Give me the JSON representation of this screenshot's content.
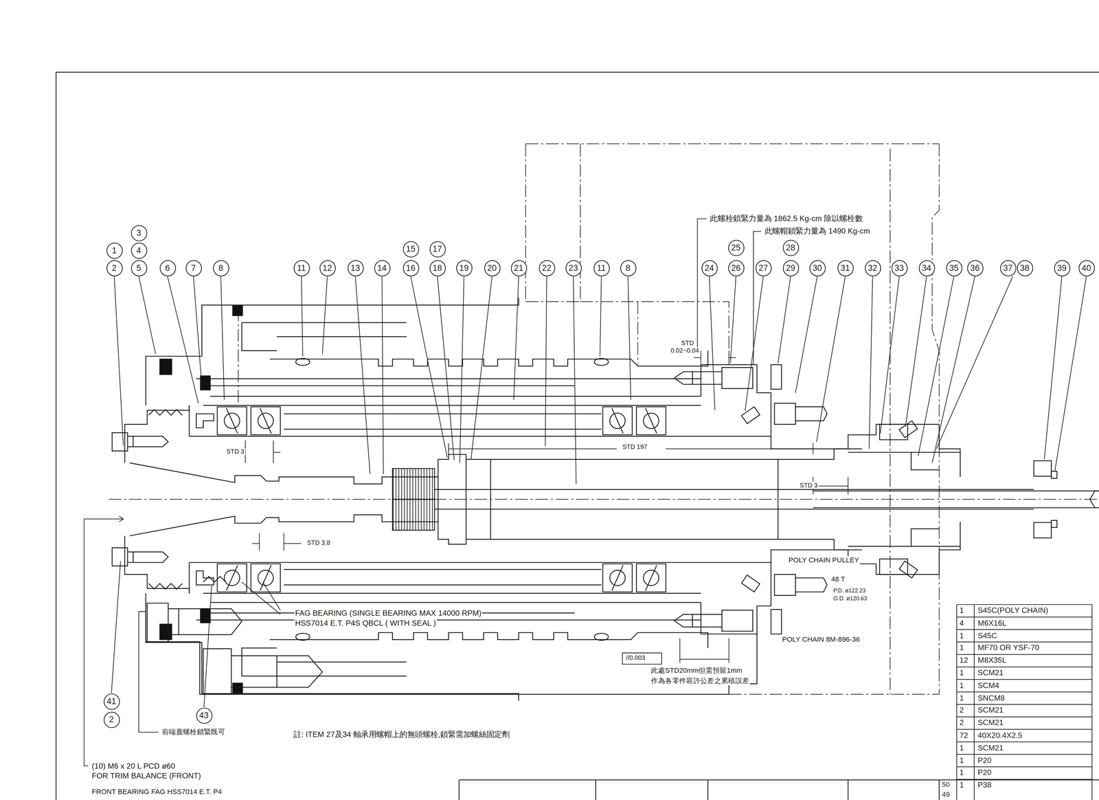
{
  "diagram": {
    "nodes": [
      {
        "text": [
          "1"
        ]
      },
      {
        "text": [
          "2"
        ]
      },
      {
        "text": [
          "3"
        ]
      },
      {
        "text": [
          "4"
        ]
      },
      {
        "text": [
          "5"
        ]
      },
      {
        "text": [
          "6"
        ]
      },
      {
        "text": [
          "7"
        ]
      },
      {
        "text": [
          "8"
        ]
      },
      {
        "text": [
          "11"
        ]
      },
      {
        "text": [
          "12"
        ]
      },
      {
        "text": [
          "13"
        ]
      },
      {
        "text": [
          "14"
        ]
      },
      {
        "text": [
          "15"
        ]
      },
      {
        "text": [
          "16"
        ]
      },
      {
        "text": [
          "17"
        ]
      },
      {
        "text": [
          "18"
        ]
      },
      {
        "text": [
          "19"
        ]
      },
      {
        "text": [
          "20"
        ]
      },
      {
        "text": [
          "21"
        ]
      },
      {
        "text": [
          "22"
        ]
      },
      {
        "text": [
          "23"
        ]
      },
      {
        "text": [
          "11"
        ]
      },
      {
        "text": [
          "8"
        ]
      },
      {
        "text": [
          "24"
        ]
      },
      {
        "text": [
          "25"
        ]
      },
      {
        "text": [
          "26"
        ]
      },
      {
        "text": [
          "27"
        ]
      },
      {
        "text": [
          "28"
        ]
      },
      {
        "text": [
          "29"
        ]
      },
      {
        "text": [
          "30"
        ]
      },
      {
        "text": [
          "31"
        ]
      },
      {
        "text": [
          "32"
        ]
      },
      {
        "text": [
          "33"
        ]
      },
      {
        "text": [
          "34"
        ]
      },
      {
        "text": [
          "35"
        ]
      },
      {
        "text": [
          "36"
        ]
      },
      {
        "text": [
          "37"
        ]
      },
      {
        "text": [
          "38"
        ]
      },
      {
        "text": [
          "39"
        ]
      },
      {
        "text": [
          "40"
        ]
      },
      {
        "text": [
          "41"
        ]
      },
      {
        "text": [
          "2"
        ]
      },
      {
        "text": [
          "43"
        ]
      }
    ],
    "labels": [
      "此螺栓鎖緊力量為 1862.5 Kg-cm 除以螺栓數",
      "此螺帽鎖緊力量為 1490 Kg-cm",
      "STD",
      "0.02~0.04",
      "STD 3",
      "STD 197",
      "STD 3",
      "STD 3.8",
      "FAG BEARING (SINGLE BEARING MAX 14000 RPM)",
      "HSS7014 E.T. P4S QBCL ( WITH SEAL )",
      "POLY CHAIN PULLEY",
      "48 T",
      "P.D. ø122.23",
      "O.D. ø120.63",
      "POLY CHAIN 8M-896-36",
      "//0.003",
      "此處STD20mm但需預留1mm",
      "作為各零件容許公差之累積誤差",
      "前端蓋螺栓鎖緊既可",
      "註: ITEM 27及34 軸承用螺帽上的無頭螺栓,鎖緊需加螺絲固定劑",
      "(10) M6 x 20 L PCD ø60",
      "FOR TRIM BALANCE (FRONT)",
      "FRONT BEARING FAG HSS7014 E.T. P4",
      "1",
      "S45C(POLY CHAIN)",
      "4",
      "M6X16L",
      "1",
      "S45C",
      "1",
      "MF70 OR YSF-70",
      "12",
      "M8X35L",
      "1",
      "SCM21",
      "1",
      "SCM4",
      "1",
      "SNCM8",
      "2",
      "SCM21",
      "2",
      "SCM21",
      "72",
      "40X20.4X2.5",
      "1",
      "SCM21",
      "1",
      "P20",
      "1",
      "P20",
      "1",
      "P38",
      "50",
      "49"
    ]
  }
}
